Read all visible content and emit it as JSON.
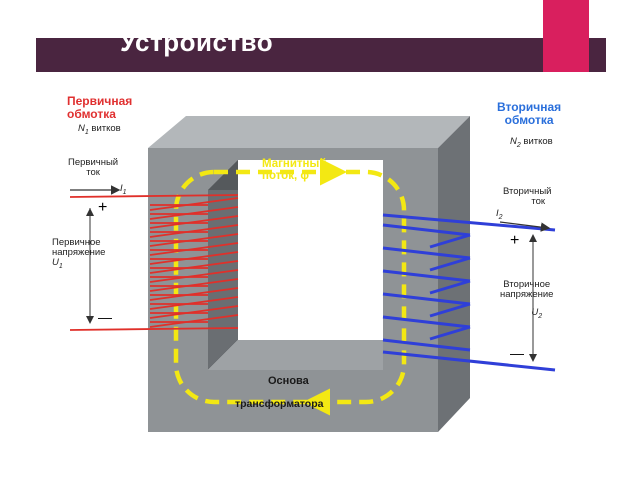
{
  "slide": {
    "title_line1": "Устройство",
    "title_line2": "трансформатора"
  },
  "diagram": {
    "primary": {
      "heading_line1": "Первичная",
      "heading_line2": "обмотка",
      "turns_symbol": "N",
      "turns_sub": "1",
      "turns_word": "витков",
      "current_line1": "Первичный",
      "current_line2": "ток",
      "current_symbol": "I",
      "current_sub": "1",
      "voltage_line1": "Первичное",
      "voltage_line2": "напряжение",
      "voltage_symbol": "U",
      "voltage_sub": "1",
      "plus": "+",
      "minus": "—"
    },
    "secondary": {
      "heading_line1": "Вторичная",
      "heading_line2": "обмотка",
      "turns_symbol": "N",
      "turns_sub": "2",
      "turns_word": "витков",
      "current_line1": "Вторичный",
      "current_line2": "ток",
      "current_symbol": "I",
      "current_sub": "2",
      "voltage_line1": "Вторичное",
      "voltage_line2": "напряжение",
      "voltage_symbol": "U",
      "voltage_sub": "2",
      "plus": "+",
      "minus": "—"
    },
    "flux_line1": "Магнитный",
    "flux_line2": "поток, ϕ",
    "core_line1": "Основа",
    "core_line2": "трансформатора",
    "colors": {
      "core": "#8f9396",
      "core_dark": "#5e6266",
      "primary_winding": "#e0302a",
      "secondary_winding": "#2f3fd8",
      "flux": "#f3e813",
      "banner": "#4a2540",
      "accent": "#d91f5e"
    }
  }
}
